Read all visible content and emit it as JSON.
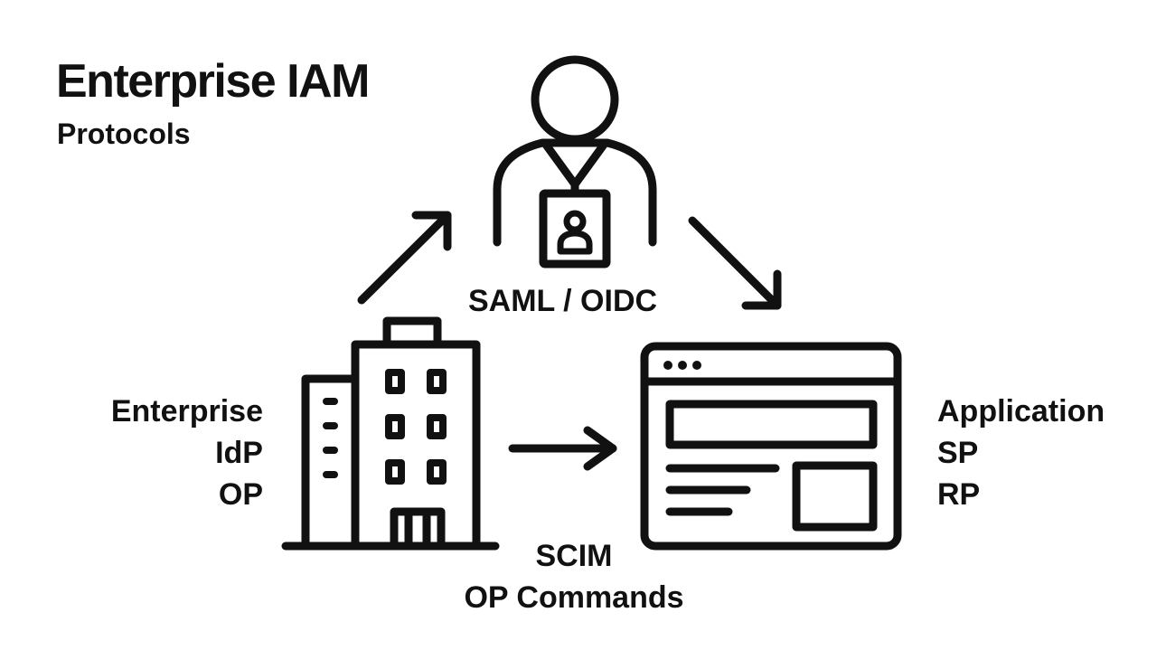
{
  "title": "Enterprise IAM",
  "subtitle": "Protocols",
  "enterprise": {
    "lines": [
      "Enterprise",
      "IdP",
      "OP"
    ],
    "icon": "office-building-icon"
  },
  "application": {
    "lines": [
      "Application",
      "SP",
      "RP"
    ],
    "icon": "browser-window-icon"
  },
  "user": {
    "icon": "user-with-badge-icon"
  },
  "flows": {
    "saml_oidc": "SAML / OIDC",
    "scim": [
      "SCIM",
      "OP Commands"
    ]
  }
}
